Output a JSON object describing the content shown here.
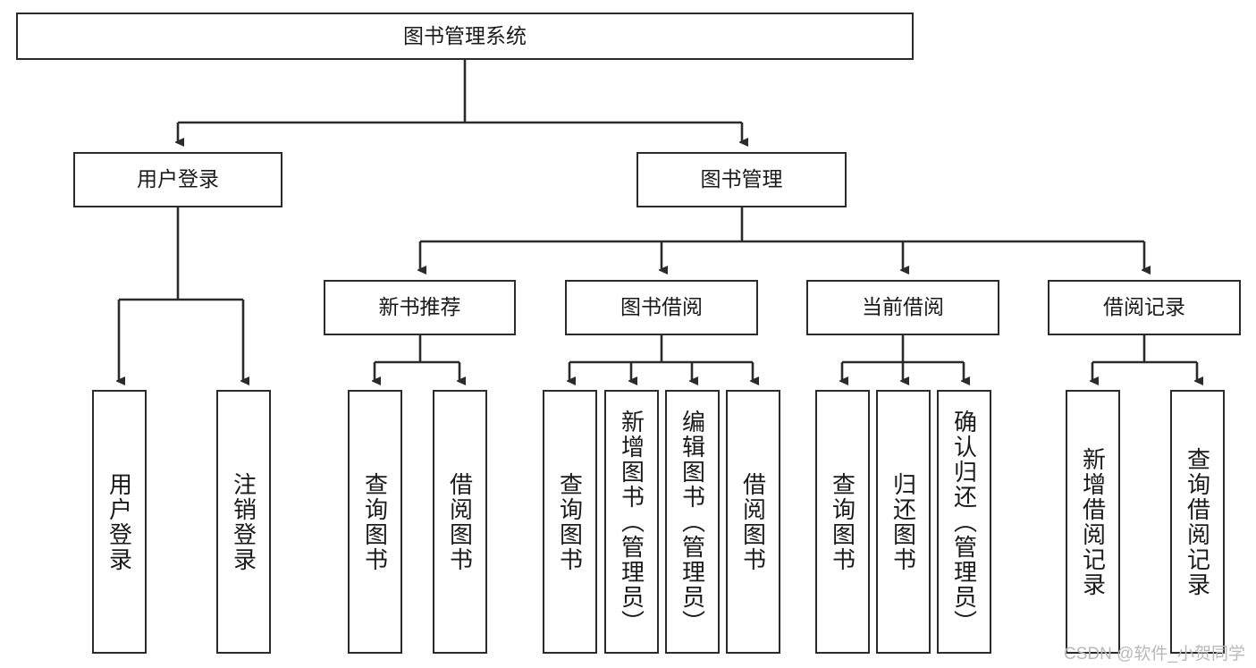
{
  "diagram": {
    "type": "tree-hierarchy",
    "title": "图书管理系统",
    "theme": {
      "box_border": "#2b2b2b",
      "box_fill": "#ffffff",
      "line_color": "#2b2b2b",
      "text_color": "#1a1a1a",
      "background": "#ffffff",
      "watermark_color": "#b9b9b9"
    },
    "nodes": {
      "root": {
        "label": "图书管理系统",
        "level": 0
      },
      "user_login": {
        "label": "用户登录",
        "level": 1
      },
      "book_manage": {
        "label": "图书管理",
        "level": 1
      },
      "new_book_rec": {
        "label": "新书推荐",
        "level": 2
      },
      "book_borrow": {
        "label": "图书借阅",
        "level": 2
      },
      "current_borrow": {
        "label": "当前借阅",
        "level": 2
      },
      "borrow_record": {
        "label": "借阅记录",
        "level": 2
      },
      "leaf_user_login": {
        "label": "用户登录",
        "level": 3
      },
      "leaf_logout": {
        "label": "注销登录",
        "level": 3
      },
      "leaf_query_book_1": {
        "label": "查询图书",
        "level": 3
      },
      "leaf_borrow_book_1": {
        "label": "借阅图书",
        "level": 3
      },
      "leaf_query_book_2": {
        "label": "查询图书",
        "level": 3
      },
      "leaf_add_book": {
        "label": "新增图书（管理员）",
        "level": 3
      },
      "leaf_edit_book": {
        "label": "编辑图书（管理员）",
        "level": 3
      },
      "leaf_borrow_book_2": {
        "label": "借阅图书",
        "level": 3
      },
      "leaf_query_book_3": {
        "label": "查询图书",
        "level": 3
      },
      "leaf_return_book": {
        "label": "归还图书",
        "level": 3
      },
      "leaf_confirm_return": {
        "label": "确认归还（管理员）",
        "level": 3
      },
      "leaf_add_record": {
        "label": "新增借阅记录",
        "level": 3
      },
      "leaf_query_record": {
        "label": "查询借阅记录",
        "level": 3
      }
    },
    "edges": [
      {
        "from": "root",
        "to": "user_login"
      },
      {
        "from": "root",
        "to": "book_manage"
      },
      {
        "from": "user_login",
        "to": "leaf_user_login"
      },
      {
        "from": "user_login",
        "to": "leaf_logout"
      },
      {
        "from": "book_manage",
        "to": "new_book_rec"
      },
      {
        "from": "book_manage",
        "to": "book_borrow"
      },
      {
        "from": "book_manage",
        "to": "current_borrow"
      },
      {
        "from": "book_manage",
        "to": "borrow_record"
      },
      {
        "from": "new_book_rec",
        "to": "leaf_query_book_1"
      },
      {
        "from": "new_book_rec",
        "to": "leaf_borrow_book_1"
      },
      {
        "from": "book_borrow",
        "to": "leaf_query_book_2"
      },
      {
        "from": "book_borrow",
        "to": "leaf_add_book"
      },
      {
        "from": "book_borrow",
        "to": "leaf_edit_book"
      },
      {
        "from": "book_borrow",
        "to": "leaf_borrow_book_2"
      },
      {
        "from": "current_borrow",
        "to": "leaf_query_book_3"
      },
      {
        "from": "current_borrow",
        "to": "leaf_return_book"
      },
      {
        "from": "current_borrow",
        "to": "leaf_confirm_return"
      },
      {
        "from": "borrow_record",
        "to": "leaf_add_record"
      },
      {
        "from": "borrow_record",
        "to": "leaf_query_record"
      }
    ]
  },
  "watermark": {
    "text": "CSDN @软件_小贺同学"
  }
}
